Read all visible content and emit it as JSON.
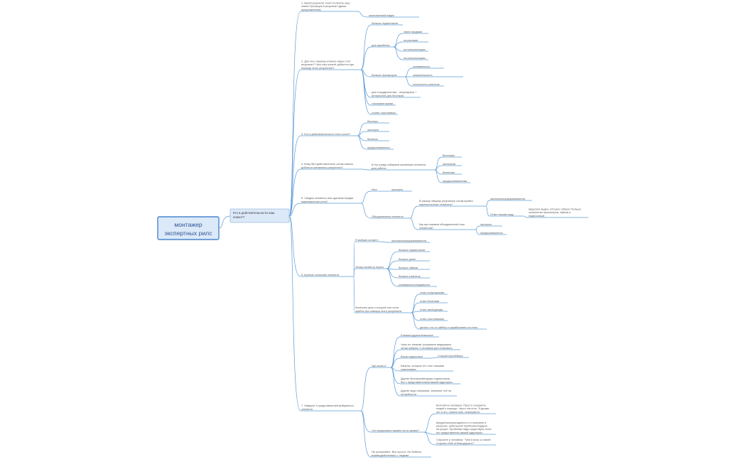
{
  "root": {
    "line1": "монтажер",
    "line2": "экспертных рилс"
  },
  "question": {
    "line1": "Кто в действительности наш",
    "line2": "клиент?"
  },
  "nodes": {
    "s1": [
      "1. Какой результат хочет получить наш",
      "клиент?(позиция в результат одним",
      "предложением)"
    ],
    "s1a": [
      "качественный видео"
    ],
    "s2": [
      "2. Для чего нашему клиенту нужен этот",
      "результат? Чего наш клиент добьется при",
      "помощи этого результата?"
    ],
    "s2a": [
      "больше подписчиков"
    ],
    "s2b": [
      "для заработка"
    ],
    "s2b1": [
      "через продажи"
    ],
    "s2b2": [
      "на рекламе"
    ],
    "s2b3": [
      "на консультациях"
    ],
    "s2b4": [
      "на консультациях"
    ],
    "s2c": [
      "больше просмотров"
    ],
    "s2c1": [
      "узнаваемость"
    ],
    "s2c2": [
      "значительность"
    ],
    "s2c3": [
      "лояльность клиентов"
    ],
    "s2d": [
      "для сотрудничества - популярные +",
      "интересней для блогеров"
    ],
    "s2e": [
      "сэкономит время"
    ],
    "s2f": [
      "станет счастливым"
    ],
    "s3": [
      "3. Кто в действительности этого хочет?"
    ],
    "s3a": [
      "блогеры"
    ],
    "s3b": [
      "эксперты"
    ],
    "s3c": [
      "бизнесы"
    ],
    "s3d": [
      "предприниматели"
    ],
    "s4": [
      "4. Кому МЫ действительно хотим помочь",
      "добиться желаемого результата?"
    ],
    "s4a": [
      "В эту графу собираем желаемые сегменты",
      "для работы"
    ],
    "s4a1": [
      "блогерам"
    ],
    "s4a2": [
      "экспертам"
    ],
    "s4a3": [
      "бизнесам"
    ],
    "s4a4": [
      "предпринимателям"
    ],
    "s5": [
      "5. Сведем сегменты или сделаем первую",
      "максимальную роль?"
    ],
    "s5a": [
      "Итог"
    ],
    "s5a1": [
      "эксперты"
    ],
    "s5b": [
      "Объединенные сегменты"
    ],
    "s5b1": [
      "В какому общему результату хотим прийти",
      "перечисленные сегменты?"
    ],
    "s5b1a": [
      "эксперты/предприниматели"
    ],
    "s5b1b": [
      "Ответ нашим саду"
    ],
    "s5b1b1": [
      "вирусное видео, которое соберет больше",
      "количество просмотров, лайков и",
      "подписчиков"
    ],
    "s5b2": [
      "Как мы назовем объединенный этих",
      "сегментов?"
    ],
    "s5b2a": [
      "эксперты"
    ],
    "s5b2b": [
      "предприниматели"
    ],
    "s6": [
      "6. Краткое описание сегмента"
    ],
    "s6a": [
      "Я выбрал сегмент"
    ],
    "s6a1": [
      "эксперты/предприниматели"
    ],
    "s6b": [
      "Этому сегменту нужно"
    ],
    "s6b1": [
      "больше подписчиков"
    ],
    "s6b2": [
      "больше денег"
    ],
    "s6b3": [
      "больше лайков"
    ],
    "s6b4": [
      "больше клиентов"
    ],
    "s6b5": [
      "узнаваемость/видимость"
    ],
    "s6c": [
      "Конечная цель к которой они хотят",
      "прийти при помощи этого результата"
    ],
    "s6c1": [
      "стать популярными"
    ],
    "s6c2": [
      "стать богатыми"
    ],
    "s6c3": [
      "стать свободными"
    ],
    "s6c4": [
      "стать счастливыми"
    ],
    "s6c5": [
      "делать что-то сайбер и зарабатывать на этом"
    ],
    "s7": [
      "7. Найдите 3 представителей выбранного",
      "сегмента"
    ],
    "s7a": [
      "Где искать?"
    ],
    "s7a1": [
      "Близкие/друзья/знакомые"
    ],
    "s7a2": [
      "Чаты по темачке (сохраните ведущимся",
      "читая набрать 3 человека для интервью)"
    ],
    "s7a3": [
      "Ваши подписчики"
    ],
    "s7a3b": [
      "Стасик/Сергей/Вася"
    ],
    "s7a4": [
      "Каналы, которые не стоит нашими",
      "компаниями"
    ],
    "s7a5": [
      "Другие блоггеры/вендоры подписчиков",
      "без с представителями вашей аудитории"
    ],
    "s7a6": [
      "Другие ищут компании, значение тоб на",
      "потребности"
    ],
    "s7b": [
      "Что предложить взамен на их время?"
    ],
    "s7b1": [
      "Бесплатно человека. Просто сохранять",
      "людей к помощи. Часто так есть. Я делаю",
      "это и это, помоги мне, пожалуйста."
    ],
    "s7b2": [
      "Кредит/консультацию/что-то полезное в",
      "решение, небольшой проблемы/подарок",
      "на услуге. Проблема надо существует, если",
      "это представитель вашей аудитории."
    ],
    "s7b3": [
      "Спросите у человека: \"Чем я могу со своей",
      "стороны тебе отблагодарить?\""
    ],
    "s7c": [
      "Не усложняйте. Все просто. Не бойтесь",
      "взаимодействовать с людьми"
    ]
  }
}
